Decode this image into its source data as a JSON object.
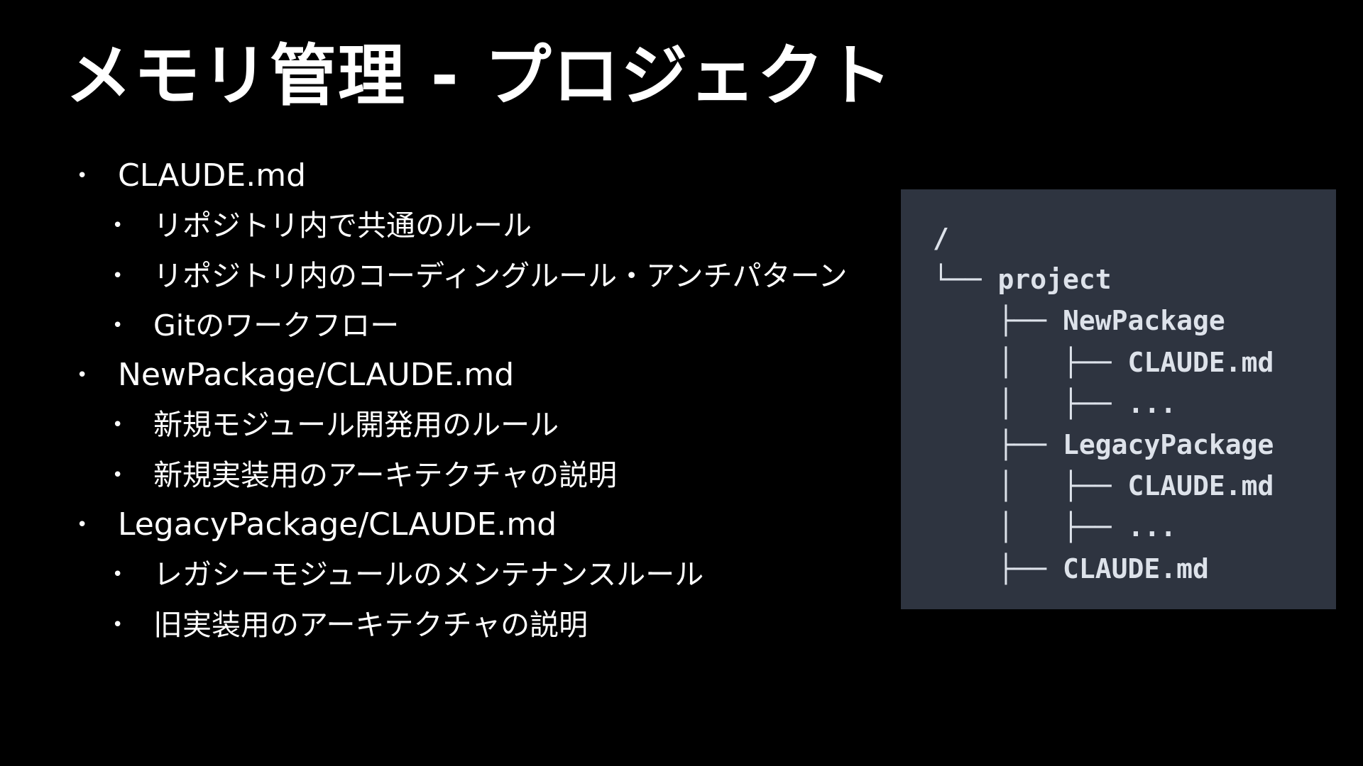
{
  "slide": {
    "title": "メモリ管理 - プロジェクト"
  },
  "bullets": [
    {
      "level": 1,
      "text": "CLAUDE.md"
    },
    {
      "level": 2,
      "text": "リポジトリ内で共通のルール"
    },
    {
      "level": 2,
      "text": "リポジトリ内のコーディングルール・アンチパターン"
    },
    {
      "level": 2,
      "text": "Gitのワークフロー"
    },
    {
      "level": 1,
      "text": "NewPackage/CLAUDE.md"
    },
    {
      "level": 2,
      "text": "新規モジュール開発用のルール"
    },
    {
      "level": 2,
      "text": "新規実装用のアーキテクチャの説明"
    },
    {
      "level": 1,
      "text": "LegacyPackage/CLAUDE.md"
    },
    {
      "level": 2,
      "text": "レガシーモジュールのメンテナンスルール"
    },
    {
      "level": 2,
      "text": "旧実装用のアーキテクチャの説明"
    }
  ],
  "bullet_marker": "•",
  "code_panel": {
    "background": "#2e3440",
    "lines": [
      "/",
      "└── project",
      "    ├── NewPackage",
      "    │   ├── CLAUDE.md",
      "    │   ├── ...",
      "    ├── LegacyPackage",
      "    │   ├── CLAUDE.md",
      "    │   ├── ...",
      "    ├── CLAUDE.md"
    ]
  }
}
